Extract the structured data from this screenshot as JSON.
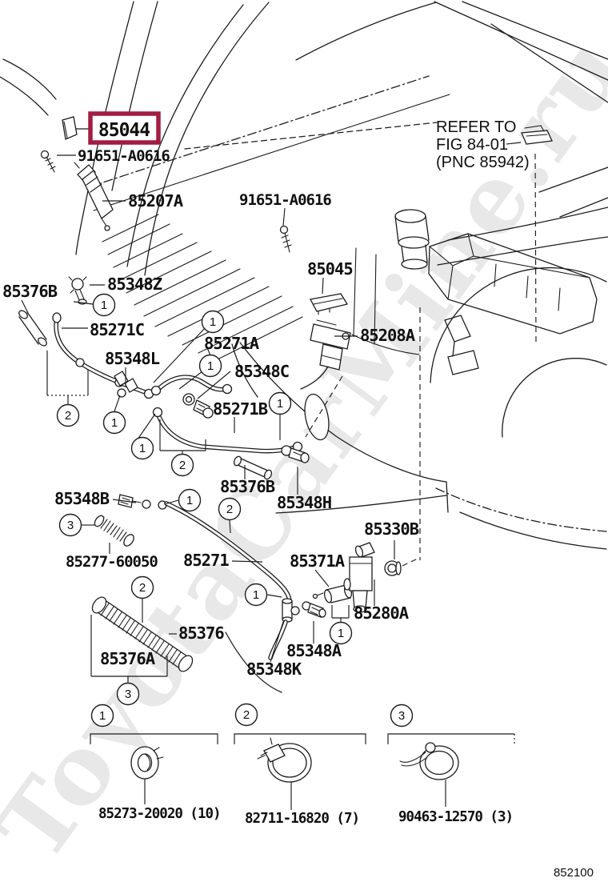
{
  "watermark": "ToyotaCarMine.ru",
  "figure_code": "852100",
  "highlighted_part": {
    "number": "85044",
    "box_color": "#a21c43"
  },
  "refer_note": {
    "line1": "REFER TO",
    "line2": "FIG 84-01",
    "line3": "(PNC 85942)"
  },
  "callouts": {
    "c1": "1",
    "c2": "2",
    "c3": "3"
  },
  "part_labels": {
    "p85044": "85044",
    "p91651_1": "91651-A0616",
    "p85207A": "85207A",
    "p91651_2": "91651-A0616",
    "p85045": "85045",
    "p85376B_1": "85376B",
    "p85348Z": "85348Z",
    "p85271C": "85271C",
    "p85271A": "85271A",
    "p85348L": "85348L",
    "p85348C": "85348C",
    "p85271B": "85271B",
    "p85208A": "85208A",
    "p85376B_2": "85376B",
    "p85348H": "85348H",
    "p85348B": "85348B",
    "p85277": "85277-60050",
    "p85271": "85271",
    "p85371A": "85371A",
    "p85330B": "85330B",
    "p85280A": "85280A",
    "p85376": "85376",
    "p85376A": "85376A",
    "p85348A": "85348A",
    "p85348K": "85348K"
  },
  "legend": [
    {
      "callout": "1",
      "part_number": "85273-20020 (10)"
    },
    {
      "callout": "2",
      "part_number": "82711-16820 (7)"
    },
    {
      "callout": "3",
      "part_number": "90463-12570 (3)"
    }
  ]
}
